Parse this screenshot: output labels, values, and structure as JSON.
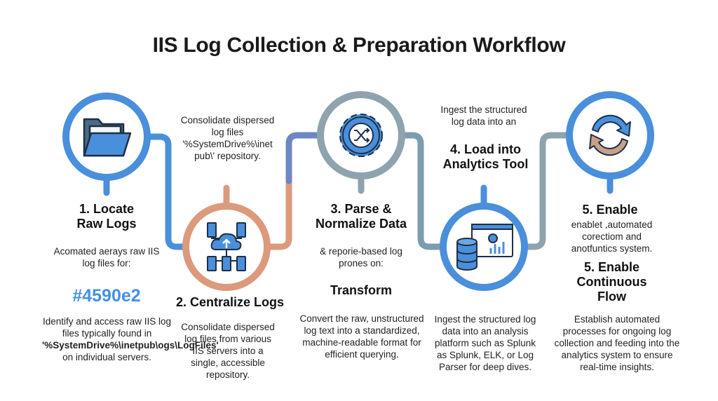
{
  "title": "IIS Log Collection & Preparation Workflow",
  "colors": {
    "blue": "#4a8fdb",
    "orange": "#dc9a7c",
    "gray": "#8ea3ad",
    "accent_text": "#4590e2"
  },
  "steps": [
    {
      "icon": "folder-icon",
      "heading": "1. Locate Raw Logs",
      "intro": "Acomated aerays raw IIS log files for:",
      "highlight": "#4590e2",
      "desc_a": "Identify and access raw IIS log files typically found in ",
      "desc_path": "'%SystemDrive%\\inetpub\\ogs\\LogFiles'",
      "desc_b": " on individual servers."
    },
    {
      "icon": "cloud-servers-icon",
      "top_text": "Consolidate dispersed log files '%SystemDrive%\\inet pub\\' repository.",
      "heading": "2. Centralize Logs",
      "desc": "Consolidate dispersed log files from various IIS servers into a single, accessible repository."
    },
    {
      "icon": "gear-shuffle-icon",
      "heading": "3. Parse & Normalize Data",
      "intro": "& reporie-based log prones on:",
      "subheading": "Transform",
      "desc": "Convert the raw, unstructured log text into a standardized, machine-readable format for efficient querying."
    },
    {
      "icon": "database-dashboard-icon",
      "top_text": "Ingest the structured log data into an",
      "heading": "4. Load into Analytics Tool",
      "desc": "Ingest the structured log data into an analysis platform such as Splunk as Splunk, ELK, or Log Parser for deep dives."
    },
    {
      "icon": "refresh-cycle-icon",
      "heading_a": "5. Enable",
      "intro": "enablet ,automated corectiom and anotfuntics system.",
      "heading": "5. Enable Continuous Flow",
      "desc": "Establish automated processes for ongoing log collection and feeding into the analytics system to ensure real-time insights."
    }
  ]
}
